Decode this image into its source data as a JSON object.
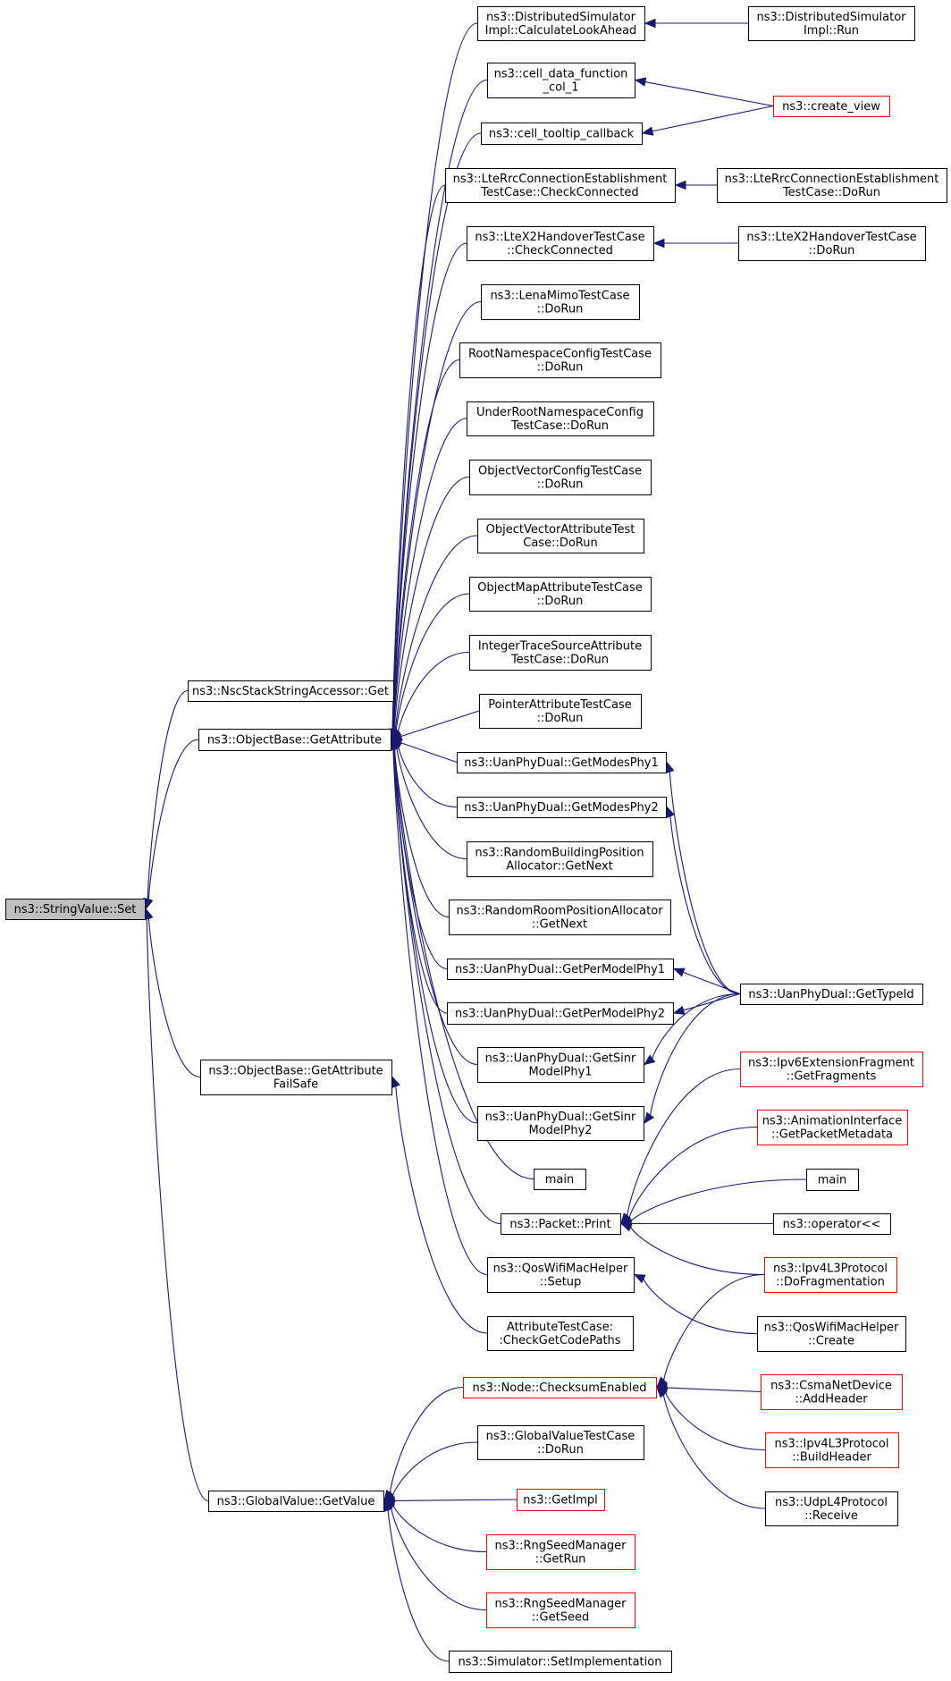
{
  "graph": {
    "nodes": [
      {
        "id": "set",
        "lines": [
          "ns3::StringValue::Set"
        ],
        "style": "self",
        "link": false
      },
      {
        "id": "nsc",
        "lines": [
          "ns3::NscStackStringAccessor::Get"
        ],
        "style": "normal",
        "link": true
      },
      {
        "id": "getattr",
        "lines": [
          "ns3::ObjectBase::GetAttribute"
        ],
        "style": "normal",
        "link": true
      },
      {
        "id": "getattrfs",
        "lines": [
          "ns3::ObjectBase::GetAttribute",
          "FailSafe"
        ],
        "style": "normal",
        "link": true
      },
      {
        "id": "gvget",
        "lines": [
          "ns3::GlobalValue::GetValue"
        ],
        "style": "normal",
        "link": true
      },
      {
        "id": "dsi_cla",
        "lines": [
          "ns3::DistributedSimulator",
          "Impl::CalculateLookAhead"
        ],
        "style": "normal",
        "link": true
      },
      {
        "id": "cell_data",
        "lines": [
          "ns3::cell_data_function",
          "_col_1"
        ],
        "style": "normal",
        "link": true
      },
      {
        "id": "cell_tooltip",
        "lines": [
          "ns3::cell_tooltip_callback"
        ],
        "style": "normal",
        "link": true
      },
      {
        "id": "lterrc_cc",
        "lines": [
          "ns3::LteRrcConnectionEstablishment",
          "TestCase::CheckConnected"
        ],
        "style": "normal",
        "link": true
      },
      {
        "id": "ltex2_cc",
        "lines": [
          "ns3::LteX2HandoverTestCase",
          "::CheckConnected"
        ],
        "style": "normal",
        "link": true
      },
      {
        "id": "lenamimo",
        "lines": [
          "ns3::LenaMimoTestCase",
          "::DoRun"
        ],
        "style": "normal",
        "link": true
      },
      {
        "id": "rootns",
        "lines": [
          "RootNamespaceConfigTestCase",
          "::DoRun"
        ],
        "style": "normal",
        "link": true
      },
      {
        "id": "underroot",
        "lines": [
          "UnderRootNamespaceConfig",
          "TestCase::DoRun"
        ],
        "style": "normal",
        "link": true
      },
      {
        "id": "objvecconfig",
        "lines": [
          "ObjectVectorConfigTestCase",
          "::DoRun"
        ],
        "style": "normal",
        "link": true
      },
      {
        "id": "objvecattr",
        "lines": [
          "ObjectVectorAttributeTest",
          "Case::DoRun"
        ],
        "style": "normal",
        "link": true
      },
      {
        "id": "objmapattr",
        "lines": [
          "ObjectMapAttributeTestCase",
          "::DoRun"
        ],
        "style": "normal",
        "link": true
      },
      {
        "id": "inttrace",
        "lines": [
          "IntegerTraceSourceAttribute",
          "TestCase::DoRun"
        ],
        "style": "normal",
        "link": true
      },
      {
        "id": "ptrattr",
        "lines": [
          "PointerAttributeTestCase",
          "::DoRun"
        ],
        "style": "normal",
        "link": true
      },
      {
        "id": "uan_gm1",
        "lines": [
          "ns3::UanPhyDual::GetModesPhy1"
        ],
        "style": "normal",
        "link": true
      },
      {
        "id": "uan_gm2",
        "lines": [
          "ns3::UanPhyDual::GetModesPhy2"
        ],
        "style": "normal",
        "link": true
      },
      {
        "id": "rbpa",
        "lines": [
          "ns3::RandomBuildingPosition",
          "Allocator::GetNext"
        ],
        "style": "normal",
        "link": true
      },
      {
        "id": "rrpa",
        "lines": [
          "ns3::RandomRoomPositionAllocator",
          "::GetNext"
        ],
        "style": "normal",
        "link": true
      },
      {
        "id": "uan_gpm1",
        "lines": [
          "ns3::UanPhyDual::GetPerModelPhy1"
        ],
        "style": "normal",
        "link": true
      },
      {
        "id": "uan_gpm2",
        "lines": [
          "ns3::UanPhyDual::GetPerModelPhy2"
        ],
        "style": "normal",
        "link": true
      },
      {
        "id": "uan_gs1",
        "lines": [
          "ns3::UanPhyDual::GetSinr",
          "ModelPhy1"
        ],
        "style": "normal",
        "link": true
      },
      {
        "id": "uan_gs2",
        "lines": [
          "ns3::UanPhyDual::GetSinr",
          "ModelPhy2"
        ],
        "style": "normal",
        "link": true
      },
      {
        "id": "main1",
        "lines": [
          "main"
        ],
        "style": "normal",
        "link": true
      },
      {
        "id": "pkt_print",
        "lines": [
          "ns3::Packet::Print"
        ],
        "style": "normal",
        "link": true
      },
      {
        "id": "qos_setup",
        "lines": [
          "ns3::QosWifiMacHelper",
          "::Setup"
        ],
        "style": "normal",
        "link": true
      },
      {
        "id": "attr_ccp",
        "lines": [
          "AttributeTestCase:",
          ":CheckGetCodePaths"
        ],
        "style": "normal",
        "link": true
      },
      {
        "id": "node_cse",
        "lines": [
          "ns3::Node::ChecksumEnabled"
        ],
        "style": "red",
        "link": true
      },
      {
        "id": "gvtest",
        "lines": [
          "ns3::GlobalValueTestCase",
          "::DoRun"
        ],
        "style": "normal",
        "link": true
      },
      {
        "id": "getimpl",
        "lines": [
          "ns3::GetImpl"
        ],
        "style": "red",
        "link": true
      },
      {
        "id": "rng_run",
        "lines": [
          "ns3::RngSeedManager",
          "::GetRun"
        ],
        "style": "red",
        "link": true
      },
      {
        "id": "rng_seed",
        "lines": [
          "ns3::RngSeedManager",
          "::GetSeed"
        ],
        "style": "red",
        "link": true
      },
      {
        "id": "sim_setimpl",
        "lines": [
          "ns3::Simulator::SetImplementation"
        ],
        "style": "normal",
        "link": true
      },
      {
        "id": "dsi_run",
        "lines": [
          "ns3::DistributedSimulator",
          "Impl::Run"
        ],
        "style": "normal",
        "link": true
      },
      {
        "id": "create_view",
        "lines": [
          "ns3::create_view"
        ],
        "style": "red",
        "link": true
      },
      {
        "id": "lterrc_dorun",
        "lines": [
          "ns3::LteRrcConnectionEstablishment",
          "TestCase::DoRun"
        ],
        "style": "normal",
        "link": true
      },
      {
        "id": "ltex2_dorun",
        "lines": [
          "ns3::LteX2HandoverTestCase",
          "::DoRun"
        ],
        "style": "normal",
        "link": true
      },
      {
        "id": "uan_gettypeid",
        "lines": [
          "ns3::UanPhyDual::GetTypeId"
        ],
        "style": "normal",
        "link": true
      },
      {
        "id": "ipv6frag",
        "lines": [
          "ns3::Ipv6ExtensionFragment",
          "::GetFragments"
        ],
        "style": "red",
        "link": true
      },
      {
        "id": "anim_meta",
        "lines": [
          "ns3::AnimationInterface",
          "::GetPacketMetadata"
        ],
        "style": "red",
        "link": true
      },
      {
        "id": "main2",
        "lines": [
          "main"
        ],
        "style": "normal",
        "link": true
      },
      {
        "id": "oplshift",
        "lines": [
          "ns3::operator<<"
        ],
        "style": "normal",
        "link": true
      },
      {
        "id": "ipv4_dofrag",
        "lines": [
          "ns3::Ipv4L3Protocol",
          "::DoFragmentation"
        ],
        "style": "red",
        "link": true
      },
      {
        "id": "qos_create",
        "lines": [
          "ns3::QosWifiMacHelper",
          "::Create"
        ],
        "style": "normal",
        "link": true
      },
      {
        "id": "csma_addhdr",
        "lines": [
          "ns3::CsmaNetDevice",
          "::AddHeader"
        ],
        "style": "red",
        "link": true
      },
      {
        "id": "ipv4_buildhdr",
        "lines": [
          "ns3::Ipv4L3Protocol",
          "::BuildHeader"
        ],
        "style": "red",
        "link": true
      },
      {
        "id": "udp_recv",
        "lines": [
          "ns3::UdpL4Protocol",
          "::Receive"
        ],
        "style": "normal",
        "link": true
      }
    ]
  }
}
